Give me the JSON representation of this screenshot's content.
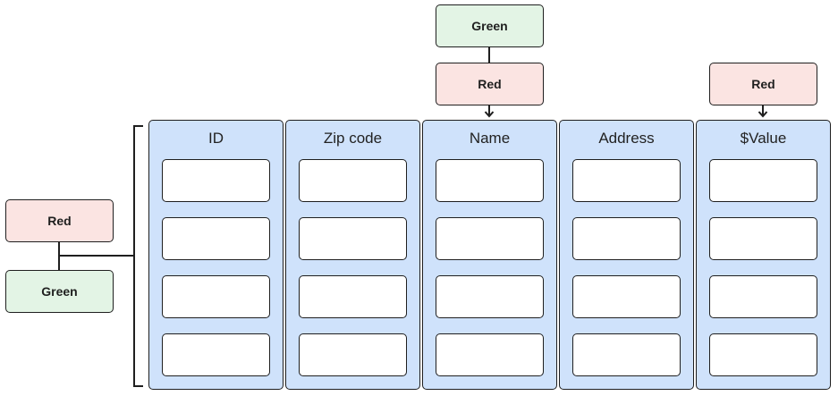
{
  "columns": [
    {
      "label": "ID",
      "cells": 4
    },
    {
      "label": "Zip code",
      "cells": 4
    },
    {
      "label": "Name",
      "cells": 4
    },
    {
      "label": "Address",
      "cells": 4
    },
    {
      "label": "$Value",
      "cells": 4
    }
  ],
  "tags": {
    "name_top": "Green",
    "name_bottom": "Red",
    "value_top": "Red",
    "left_top": "Red",
    "left_bottom": "Green"
  },
  "colors": {
    "column_fill": "#cfe2fb",
    "red_tag": "#fbe4e2",
    "green_tag": "#e3f4e5",
    "stroke": "#1f1f1f"
  }
}
